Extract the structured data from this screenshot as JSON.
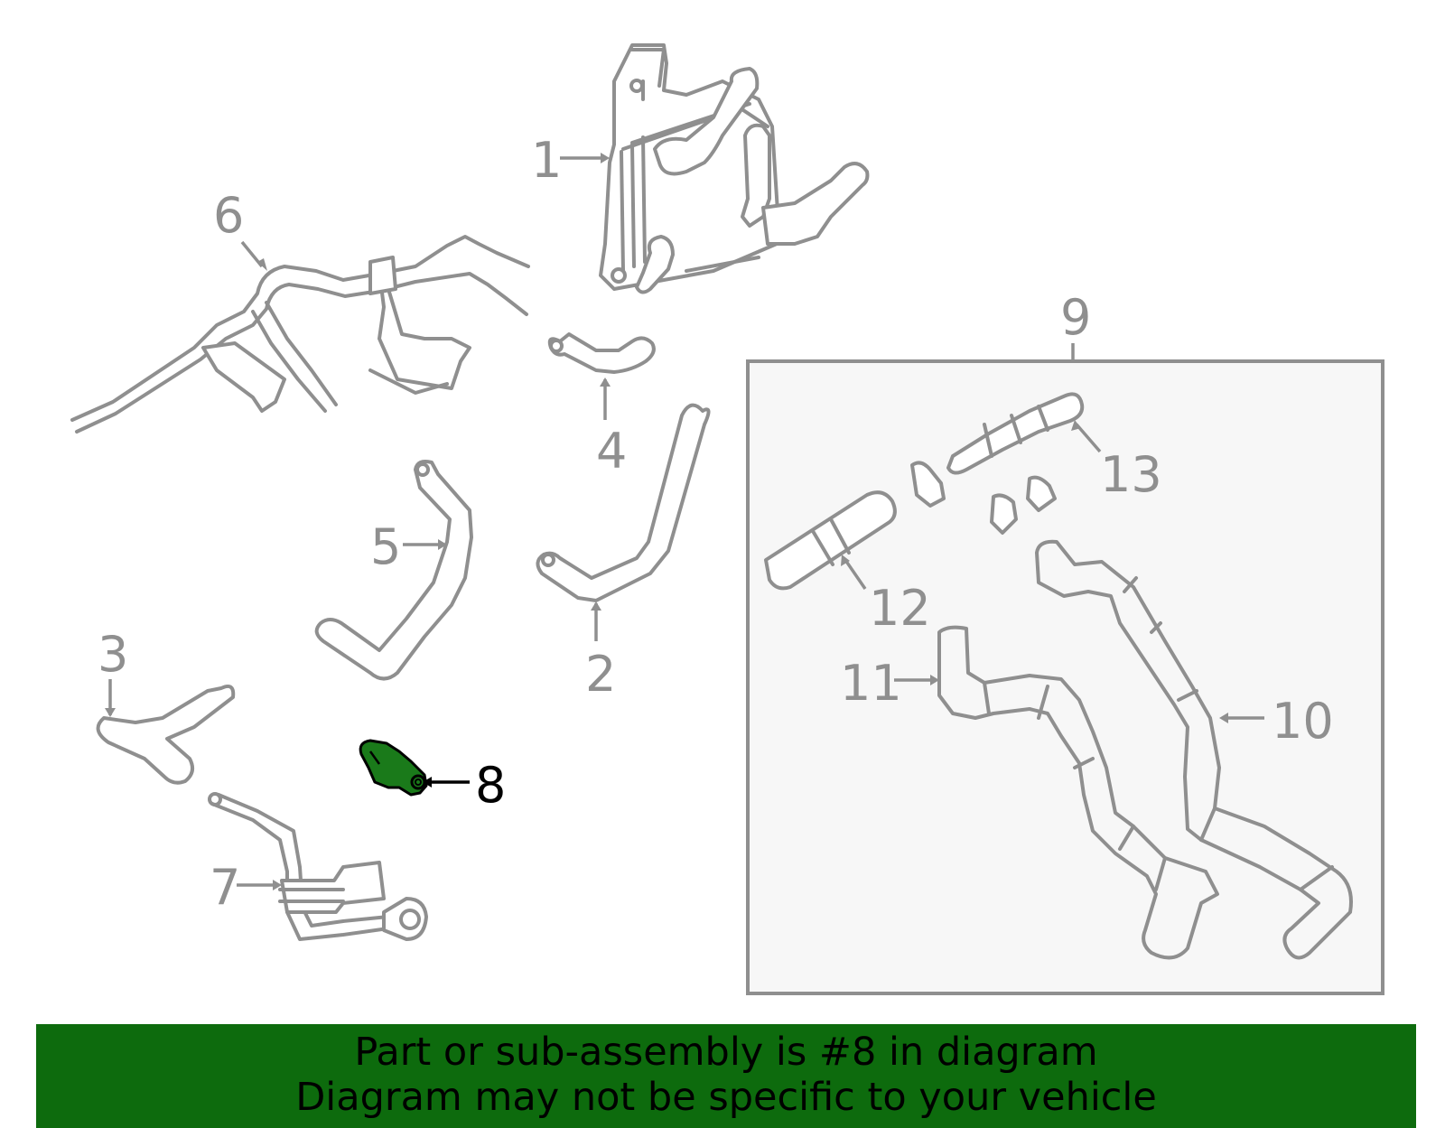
{
  "callouts": {
    "c1": "1",
    "c2": "2",
    "c3": "3",
    "c4": "4",
    "c5": "5",
    "c6": "6",
    "c7": "7",
    "c8": "8",
    "c9": "9",
    "c10": "10",
    "c11": "11",
    "c12": "12",
    "c13": "13"
  },
  "highlighted_part": "8",
  "colors": {
    "highlight": "#1a7a1a",
    "banner": "#0d6b0d",
    "line_art": "#8f8f8f",
    "subassembly_box": "#f7f7f7"
  },
  "banner": {
    "line1": "Part or sub-assembly is #8 in diagram",
    "line2": "Diagram may not be specific to your vehicle"
  }
}
